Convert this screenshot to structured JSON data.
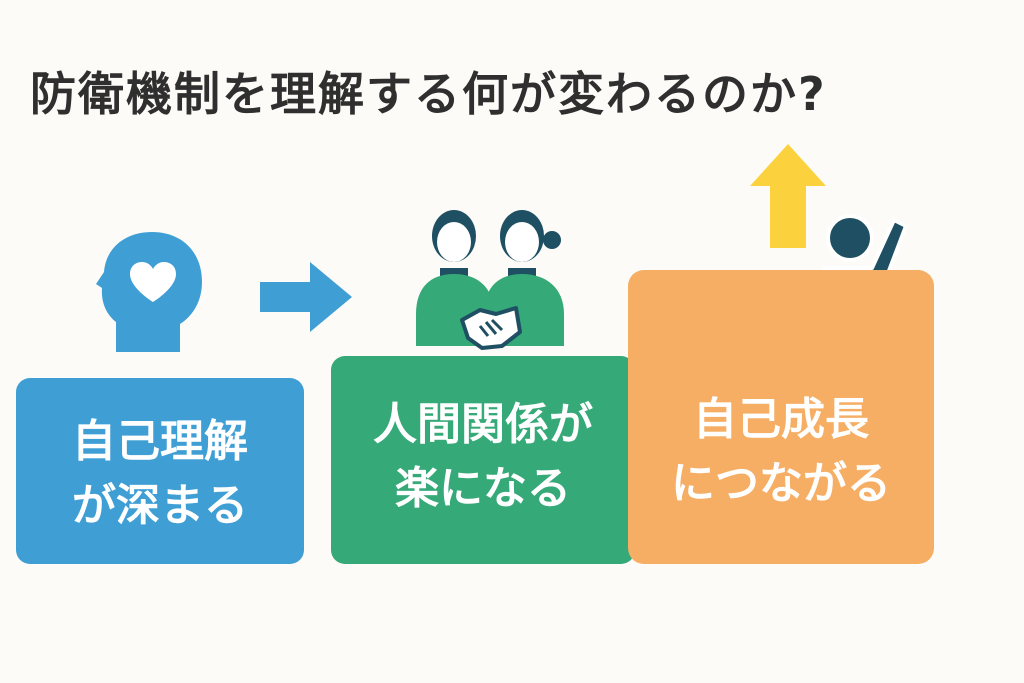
{
  "title": "防衛機制を理解する何が変わるのか?",
  "steps": [
    {
      "line1": "自己理解",
      "line2": "が深まる",
      "icon": "head-heart-icon",
      "color": "#3f9fd5"
    },
    {
      "line1": "人間関係が",
      "line2": "楽になる",
      "icon": "handshake-people-icon",
      "color": "#36a978"
    },
    {
      "line1": "自己成長",
      "line2": "につながる",
      "icon": "person-raising-hand-icon",
      "color": "#f5ae64"
    }
  ],
  "colors": {
    "arrow_right": "#3f9fd5",
    "arrow_up": "#fbd23d",
    "figure_dark": "#1f4f63"
  }
}
